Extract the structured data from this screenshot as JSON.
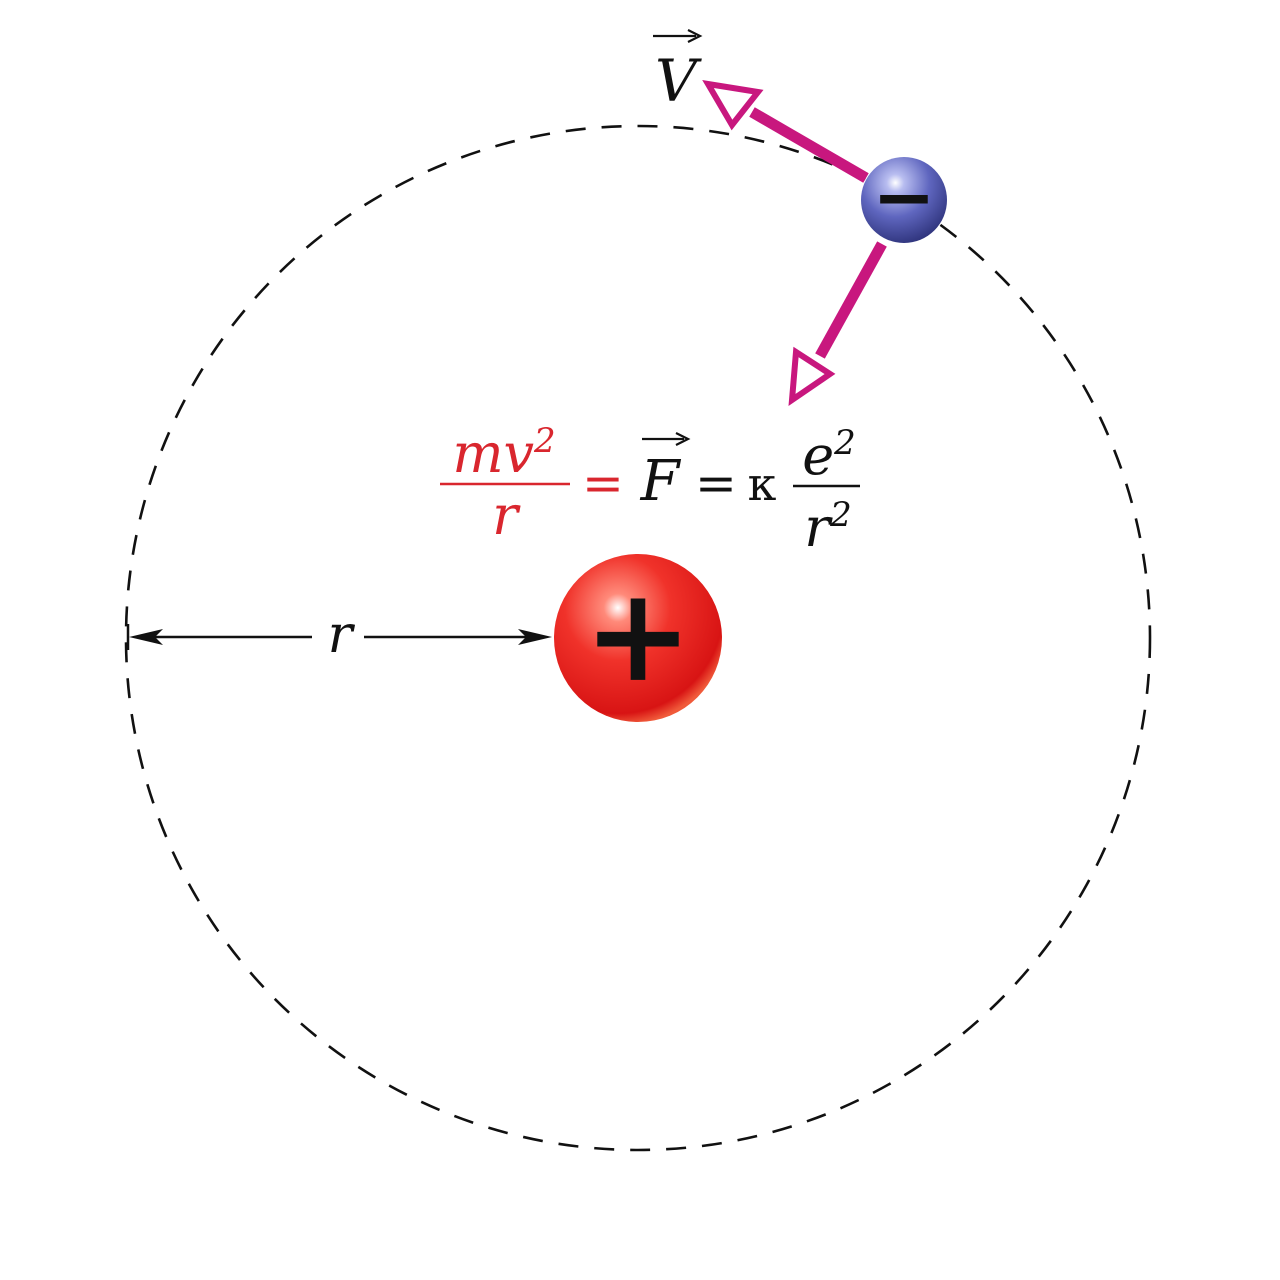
{
  "colors": {
    "background": "#ffffff",
    "orbit": "#111111",
    "vector": "#c8177e",
    "red_formula": "#d9262e",
    "black_formula": "#111111",
    "proton": "#e8201e",
    "electron": "#5a62b8"
  },
  "labels": {
    "velocity": "V",
    "radius": "r",
    "proton_sign": "+",
    "electron_sign": "−"
  },
  "formula": {
    "lhs_numerator_base": "mv",
    "lhs_numerator_exp": "2",
    "lhs_denominator": "r",
    "equals_1": "=",
    "force": "F",
    "equals_2": "=",
    "constant": "κ",
    "rhs_numerator_base": "e",
    "rhs_numerator_exp": "2",
    "rhs_denominator_base": "r",
    "rhs_denominator_exp": "2"
  },
  "icons": {
    "velocity_arrow": "hollow-triangle-arrow-icon",
    "force_arrow": "hollow-triangle-arrow-icon",
    "vector_overline": "right-arrow-icon"
  }
}
